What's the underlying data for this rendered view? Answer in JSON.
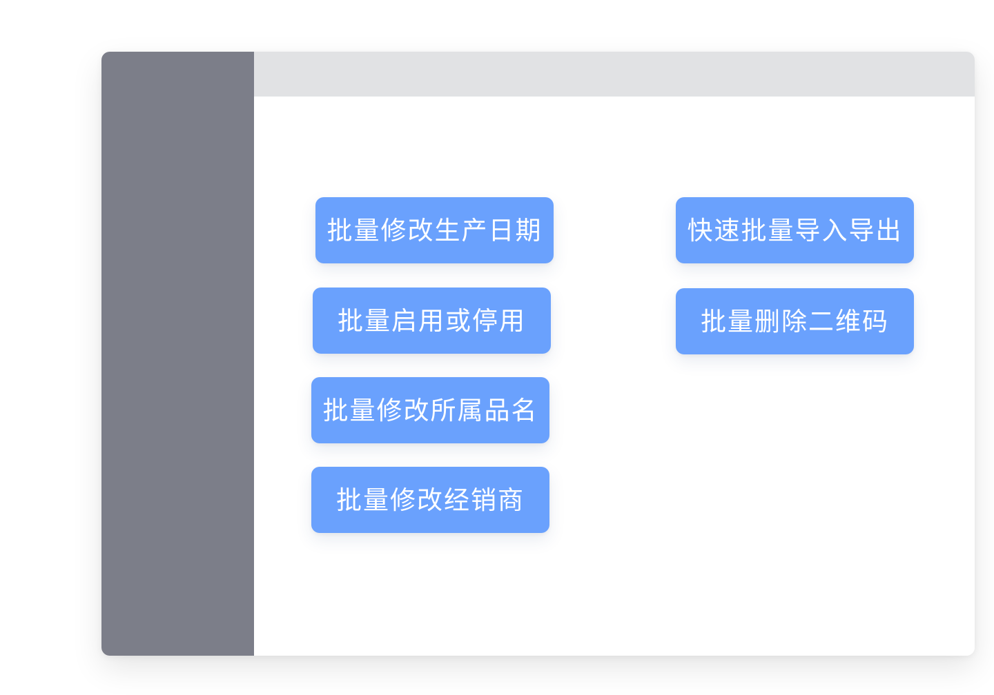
{
  "colors": {
    "sidebar": "#7c7e89",
    "topbar": "#e1e2e4",
    "button_bg": "#6aa1fd",
    "button_text": "#ffffff",
    "content_bg": "#ffffff"
  },
  "actions": {
    "left": [
      {
        "label": "批量修改生产日期"
      },
      {
        "label": "批量启用或停用"
      },
      {
        "label": "批量修改所属品名"
      },
      {
        "label": "批量修改经销商"
      }
    ],
    "right": [
      {
        "label": "快速批量导入导出"
      },
      {
        "label": "批量删除二维码"
      }
    ]
  }
}
